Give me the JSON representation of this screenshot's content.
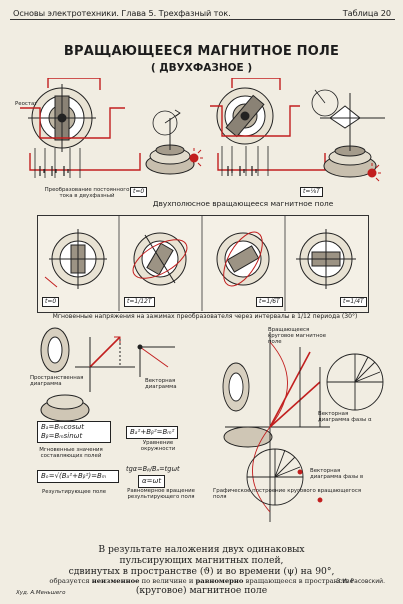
{
  "header": {
    "left": "Основы электротехники. Глава 5. Трехфазный ток.",
    "right": "Таблица 20"
  },
  "title": "ВРАЩАЮЩЕЕСЯ МАГНИТНОЕ ПОЛЕ",
  "subtitle": "( ДВУХФАЗНОЕ )",
  "top": {
    "reostat": "Реостат",
    "caption_left": "Преобразование постоянного тока в двухфазный",
    "caption_center": "Двухполюсное вращающееся магнитное поле",
    "time_left": "t=0",
    "time_right": "t=⅛T"
  },
  "middle": {
    "frames": [
      {
        "time": "t=0"
      },
      {
        "time": "t=1/12T"
      },
      {
        "time": "t=1/6T"
      },
      {
        "time": "t=1/4T"
      }
    ],
    "caption": "Мгновенные напряжения на зажимах преобразователя через интервалы в 1/12 периода (30°)"
  },
  "lower": {
    "left_labels": {
      "spatial": "Пространственная диаграмма",
      "vector": "Векторная диаграмма",
      "instant": "Мгновенные значения составляющих полей",
      "circle": "Уравнение окружности",
      "result": "Результирующее поле",
      "uniform": "Равномерное вращение результирующего поля"
    },
    "formulas": {
      "ba": "Bₐ=Bₘcosωt",
      "bb": "Bᵦ=Bₘsinωt",
      "circle": "Bₐ²+Bᵦ²=Bₘ²",
      "result": "Bₒ=√(Bₐ²+Bᵦ²)=Bₘ",
      "tg": "tgα=Bᵦ/Bₐ=tgωt",
      "alpha": "α=ωt"
    },
    "right_labels": {
      "top": "Вращающееся круговое магнитное поле",
      "vector_a": "Векторная диаграмма фазы α",
      "vector_b": "Векторная диаграмма фазы в",
      "graphic": "Графическое построение кругового вращающегося поля"
    }
  },
  "bottom": {
    "line1": "В результате наложения двух одинаковых",
    "line2": "пульсирующих магнитных полей,",
    "line3": "сдвинутых в пространстве (ϑ) и во времени (ψ) на 90°,",
    "line4_a": "образуется",
    "line4_b": "неизменное",
    "line4_c": "по величине и",
    "line4_d": "равномерно",
    "line4_e": "вращающееся в пространстве",
    "line5": "(круговое) магнитное поле",
    "author": "З.И. Расовский.",
    "artist": "Худ. А.Меньшего"
  },
  "colors": {
    "red": "#c21f1f",
    "ink": "#1d1d1d",
    "paper": "#f1ede2"
  }
}
